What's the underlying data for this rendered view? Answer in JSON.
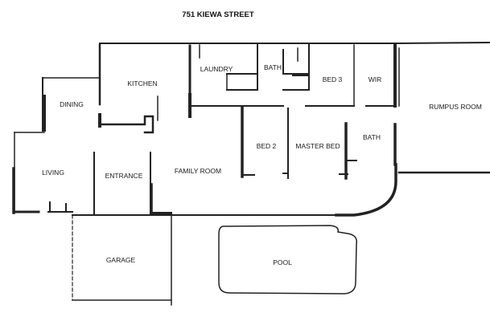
{
  "title": "751 KIEWA STREET",
  "rooms": {
    "kitchen": "KITCHEN",
    "laundry": "LAUNDRY",
    "bath_top": "BATH",
    "bed3": "BED 3",
    "wir": "WIR",
    "rumpus": "RUMPUS ROOM",
    "dining": "DINING",
    "bed2": "BED 2",
    "master": "MASTER BED",
    "bath_ensuite": "BATH",
    "living": "LIVING",
    "entrance": "ENTRANCE",
    "family": "FAMILY ROOM",
    "garage": "GARAGE",
    "pool": "POOL"
  }
}
